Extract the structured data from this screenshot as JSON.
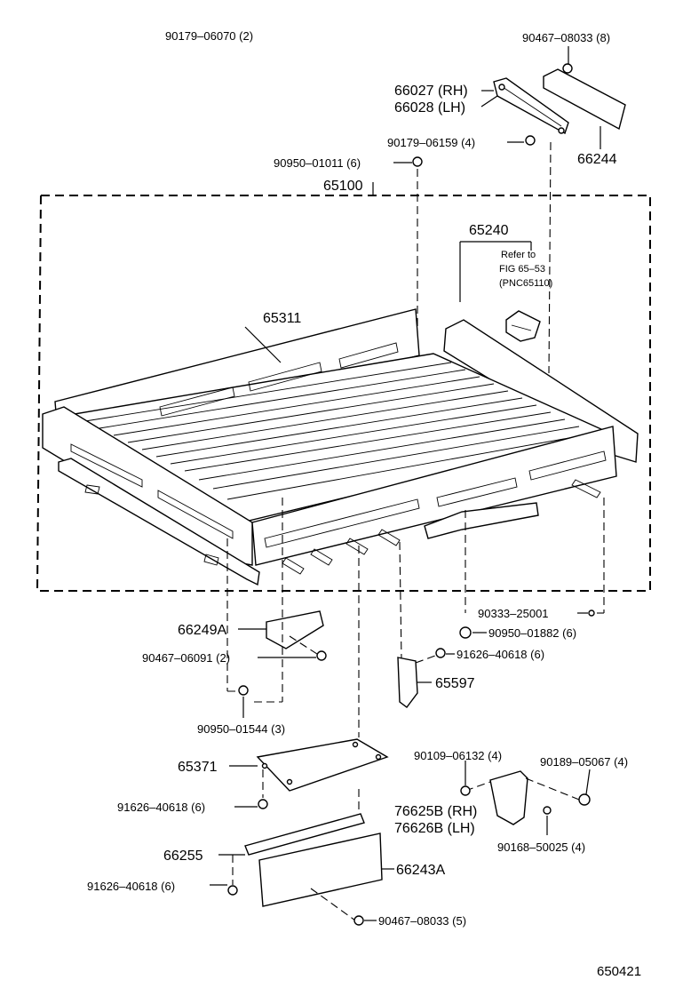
{
  "diagram_number": "650421",
  "labels": {
    "p90179_06070": "90179–06070 (2)",
    "p90467_08033_8": "90467–08033 (8)",
    "p66027": "66027 (RH)",
    "p66028": "66028 (LH)",
    "p90179_06159": "90179–06159 (4)",
    "p66244": "66244",
    "p90950_01011": "90950–01011 (6)",
    "p65100": "65100",
    "p65240": "65240",
    "refer_line1": "Refer to",
    "refer_line2": "FIG 65–53",
    "refer_line3": "(PNC65110)",
    "p65311": "65311",
    "p90333_25001": "90333–25001",
    "p90950_01882": "90950–01882 (6)",
    "p66249A": "66249A",
    "p90467_06091": "90467–06091 (2)",
    "p91626_40618_a": "91626–40618 (6)",
    "p65597": "65597",
    "p90950_01544": "90950–01544 (3)",
    "p90109_06132": "90109–06132 (4)",
    "p90189_05067": "90189–05067 (4)",
    "p65371": "65371",
    "p91626_40618_b": "91626–40618 (6)",
    "p76625B": "76625B (RH)",
    "p76626B": "76626B (LH)",
    "p90168_50025": "90168–50025 (4)",
    "p66255": "66255",
    "p66243A": "66243A",
    "p91626_40618_c": "91626–40618 (6)",
    "p90467_08033_5": "90467–08033 (5)"
  }
}
